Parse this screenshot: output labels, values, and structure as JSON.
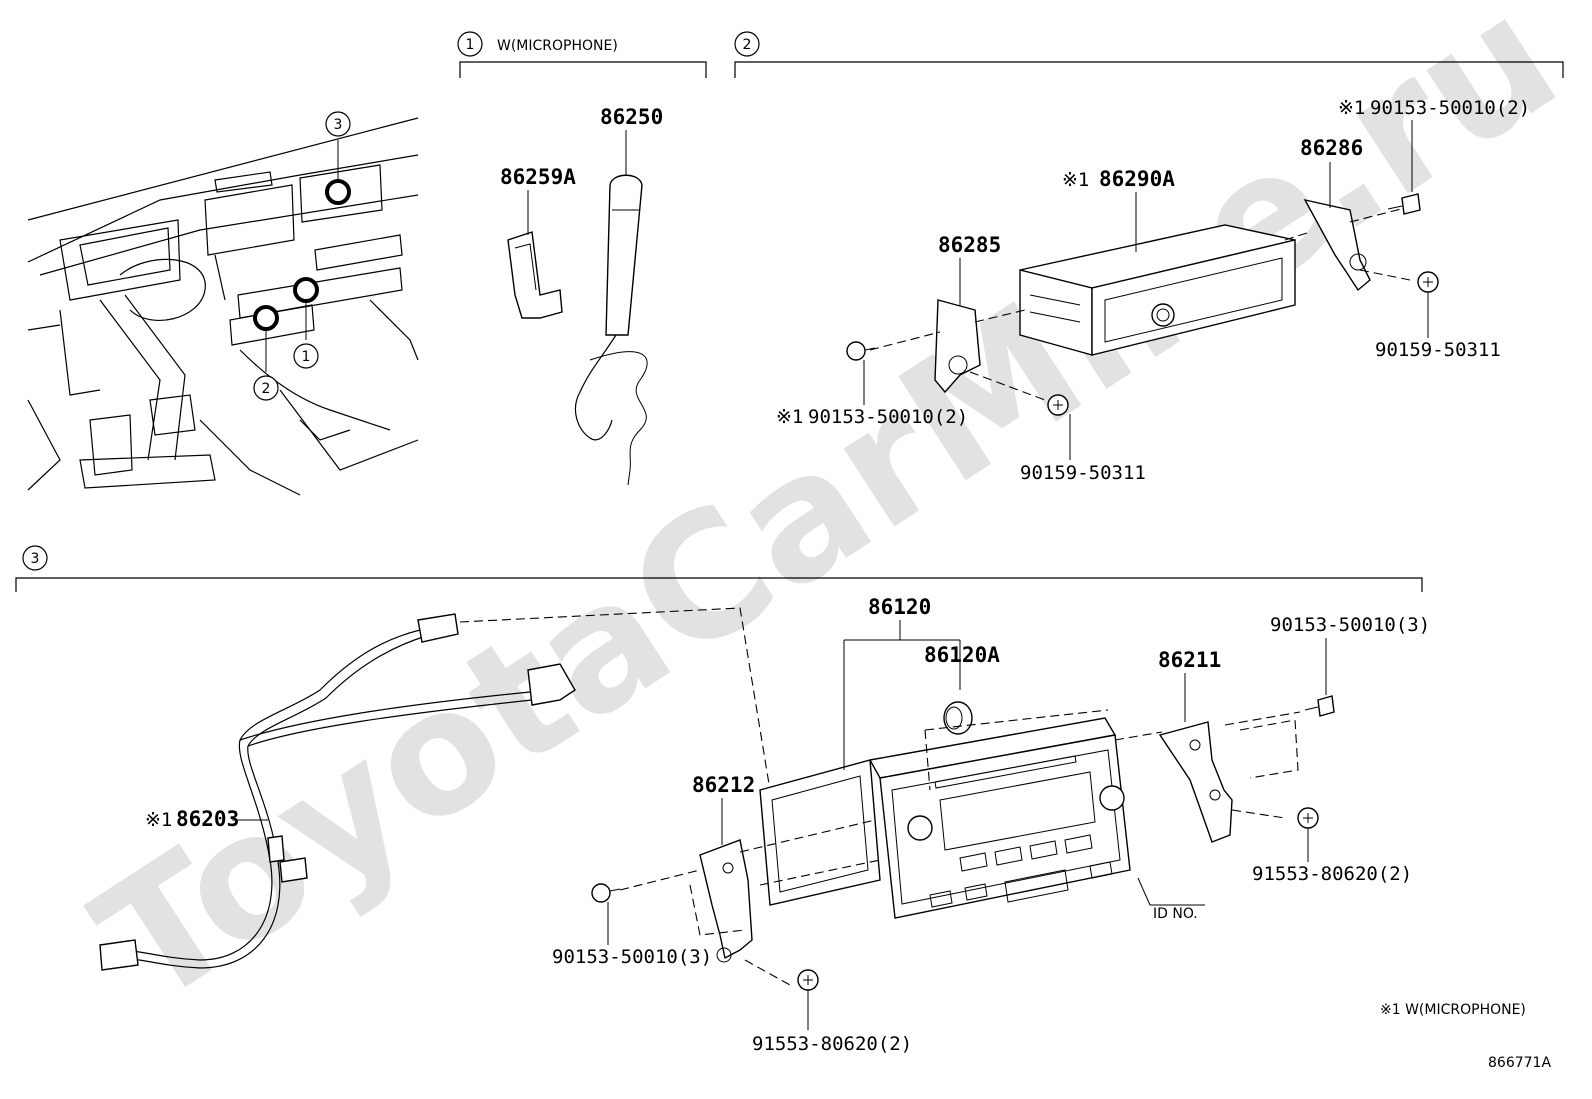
{
  "watermark": "ToyotaCarMine.ru",
  "sections": {
    "s1": {
      "num": "1",
      "title": "W(MICROPHONE)"
    },
    "s2": {
      "num": "2"
    },
    "s3": {
      "num": "3"
    }
  },
  "overview_markers": [
    "3",
    "2",
    "1"
  ],
  "parts": {
    "p86250": "86250",
    "p86259A": "86259A",
    "p86290A": "86290A",
    "p86286": "86286",
    "p86285": "86285",
    "bolt_top_right": "90153-50010(2)",
    "screw_right": "90159-50311",
    "bolt_left": "90153-50010(2)",
    "screw_bottom": "90159-50311",
    "p86120": "86120",
    "p86120A": "86120A",
    "p86211": "86211",
    "bolt_s3_right": "90153-50010(3)",
    "screw_s3_right": "91553-80620(2)",
    "p86212": "86212",
    "p86203": "86203",
    "bolt_s3_left": "90153-50010(3)",
    "screw_s3_bottom": "91553-80620(2)",
    "id_no": "ID NO."
  },
  "note_mark": "※1",
  "footnote": "※1 W(MICROPHONE)",
  "diagram_code": "866771A"
}
